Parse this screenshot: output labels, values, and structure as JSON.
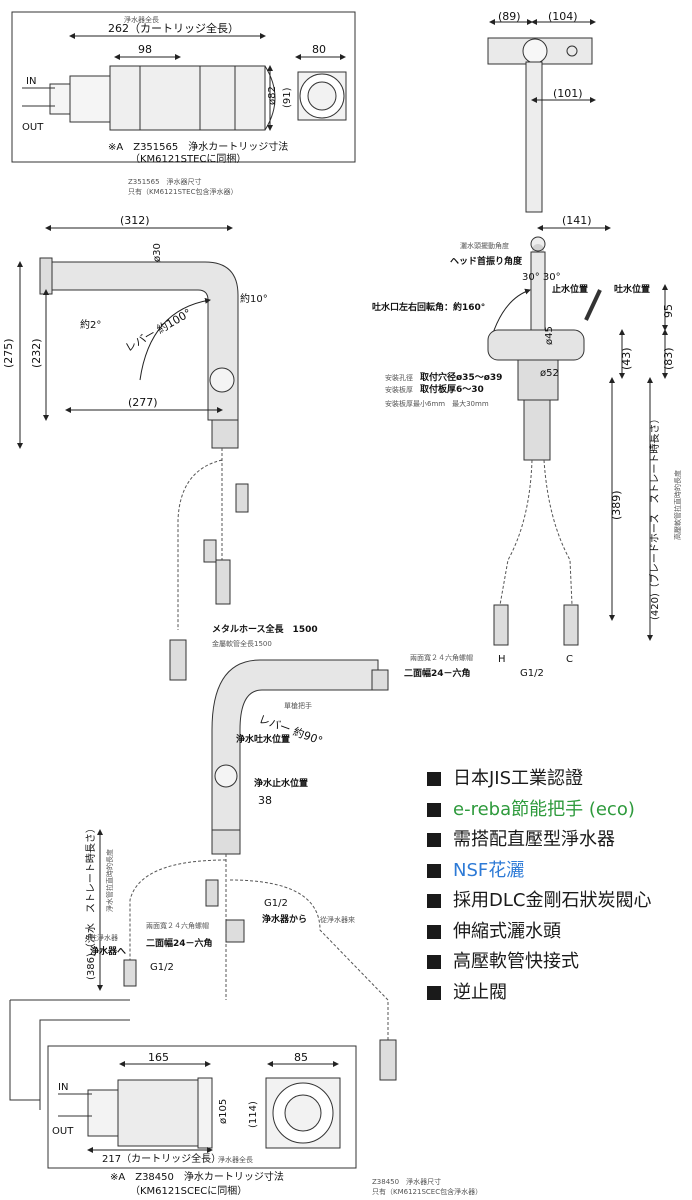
{
  "colors": {
    "line": "#333333",
    "faucet_fill": "#e6e6e6",
    "green": "#2e9a3c",
    "blue": "#2d7ad6",
    "text": "#1a1a1a"
  },
  "cartA": {
    "title_small": "淨水器全長",
    "cartridge_len": "262（カートリッジ全長）",
    "d98": "98",
    "d80": "80",
    "d82": "ø82",
    "d91": "(91)",
    "in": "IN",
    "out": "OUT",
    "caption1": "※A　Z351565　浄水カートリッジ寸法",
    "caption2": "（KM6121STECに同梱）",
    "caption3": "Z351565　淨水器尺寸",
    "caption4": "只有（KM6121STEC包含淨水器）"
  },
  "top_right": {
    "d89": "(89)",
    "d104": "(104)",
    "d101": "(101)"
  },
  "side": {
    "d312": "(312)",
    "d30": "ø30",
    "d10deg": "約10°",
    "d2deg": "約2°",
    "lever": "レバー 約100°",
    "d275": "(275)",
    "d232": "(232)",
    "d277": "(277)",
    "hose": "メタルホース全長　1500",
    "hose_small": "金屬軟管全長1500"
  },
  "front": {
    "d141": "(141)",
    "head_angle_small": "灑水頭擺動角度",
    "head_angle": "ヘッド首振り角度",
    "d30_30": "30° 30°",
    "stop_pos": "止水位置",
    "spout_pos": "吐水位置",
    "spout_rot": "吐水口左右回転角：約160°",
    "d45": "ø45",
    "d95": "95",
    "d52": "ø52",
    "d83": "(83)",
    "d43": "(43)",
    "hole_small": "安裝孔徑",
    "hole": "取付穴径ø35～ø39",
    "board_small": "安裝板厚",
    "board": "取付板厚6～30",
    "board_note": "安裝板厚最小6mm　最大30mm",
    "d389": "(389)",
    "d420": "(420)（ブレードホース　ストレート時長さ）",
    "side_note": "高壓軟管拉直時的長度",
    "hex_small": "兩面寬２４六角螺帽",
    "hex": "二面幅24－六角",
    "h": "H",
    "c": "C",
    "g12": "G1/2"
  },
  "lower": {
    "single_lever": "單槍把手",
    "lever90": "レバー 約90°",
    "pure_spout": "浄水吐水位置",
    "pure_stop": "浄水止水位置",
    "d38": "38",
    "d386": "(386)（浄水　ストレート時長さ）",
    "d386_small": "淨水管拉直時的長度",
    "to_filter_small": "往淨水器",
    "to_filter": "浄水器へ",
    "hex_small": "兩面寬２４六角螺帽",
    "hex": "二面幅24－六角",
    "g12a": "G1/2",
    "g12b": "G1/2",
    "from_filter": "浄水器から",
    "from_filter_small": "從淨水器來"
  },
  "cartB": {
    "d165": "165",
    "d85": "85",
    "in": "IN",
    "out": "OUT",
    "d105": "ø105",
    "d114": "(114)",
    "cartridge_len": "217（カートリッジ全長）",
    "len_small": "淨水器全長",
    "caption1": "※A　Z38450　浄水カートリッジ寸法",
    "caption2": "（KM6121SCECに同梱）",
    "caption3": "Z38450　淨水器尺寸",
    "caption4": "只有（KM6121SCEC包含淨水器）"
  },
  "features": [
    {
      "text": "日本JIS工業認證",
      "color": "#1a1a1a"
    },
    {
      "text": "e-reba節能把手 (eco)",
      "color": "#2e9a3c"
    },
    {
      "text": "需搭配直壓型淨水器",
      "color": "#1a1a1a"
    },
    {
      "text": "NSF花灑",
      "color": "#2d7ad6"
    },
    {
      "text": "採用DLC金剛石狀炭閥心",
      "color": "#1a1a1a"
    },
    {
      "text": "伸縮式灑水頭",
      "color": "#1a1a1a"
    },
    {
      "text": "高壓軟管快接式",
      "color": "#1a1a1a"
    },
    {
      "text": "逆止閥",
      "color": "#1a1a1a"
    }
  ]
}
